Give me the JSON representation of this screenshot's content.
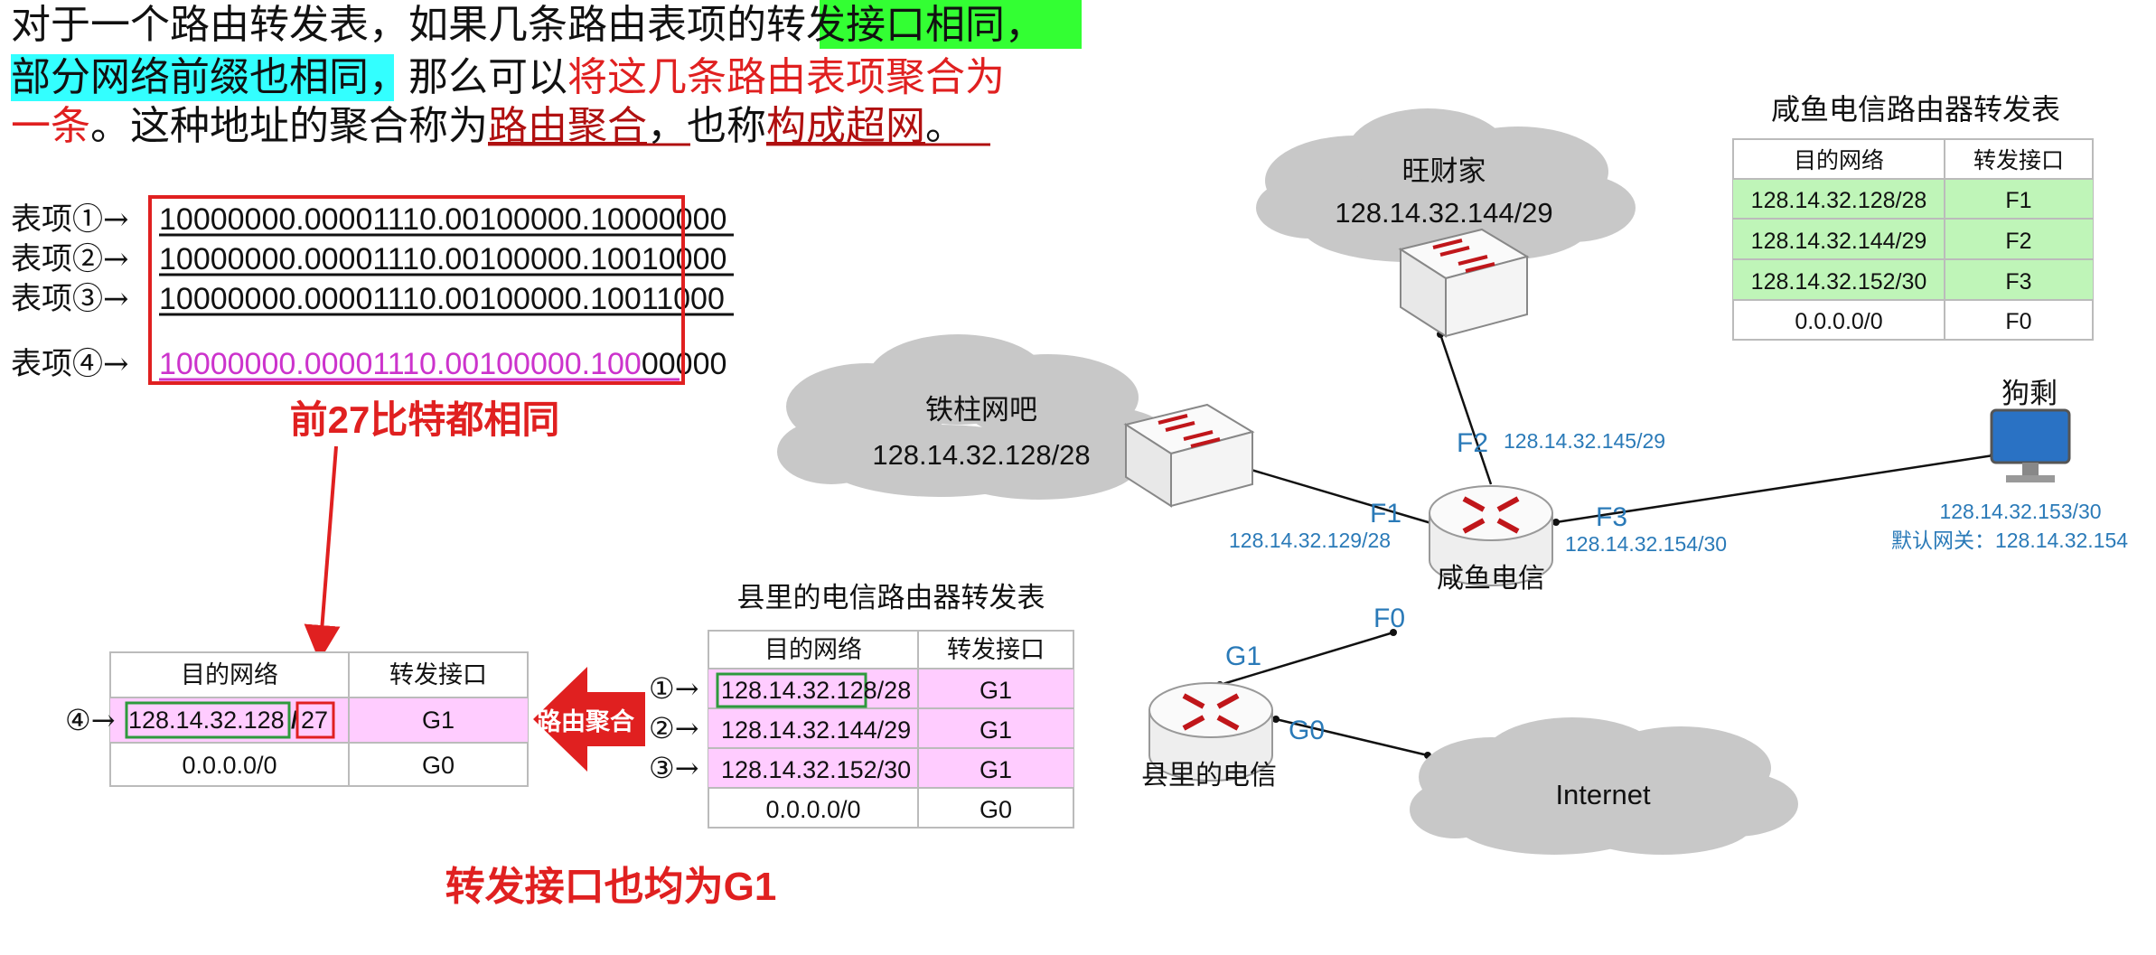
{
  "intro": {
    "line1": "对于一个路由转发表，如果几条路由表项的",
    "hl_green": "转发接口相同",
    "comma1": "，",
    "hl_cyan": "部分网络前缀也相同",
    "mid": "，那么可以",
    "red1": "将这几条路由表项聚合为",
    "red2": "一条",
    "line3": "。这种地址的聚合称为",
    "term1": "路由聚合",
    "line3b": "，也称",
    "term2": "构成超网",
    "period": "。"
  },
  "binary_entries": [
    {
      "label": "表项①",
      "arrow": "→",
      "prefix": "10000000.00001110.00100000.100",
      "rest": "00000"
    },
    {
      "label": "表项②",
      "arrow": "→",
      "prefix": "10000000.00001110.00100000.100",
      "rest": "10000"
    },
    {
      "label": "表项③",
      "arrow": "→",
      "prefix": "10000000.00001110.00100000.100",
      "rest": "11000"
    },
    {
      "label": "表项④",
      "arrow": "→",
      "prefix": "10000000.00001110.00100000.100",
      "rest": "00000"
    }
  ],
  "notes": {
    "same27": "前27比特都相同",
    "iface_g1": "转发接口也均为G1",
    "aggregate_arrow": "路由聚合"
  },
  "county_table": {
    "title": "县里的电信路由器转发表",
    "headers": [
      "目的网络",
      "转发接口"
    ],
    "rows": [
      {
        "marker": "①",
        "net": "128.14.32.128",
        "mask": "/28",
        "iface": "G1"
      },
      {
        "marker": "②",
        "net": "128.14.32.144/29",
        "mask": "",
        "iface": "G1"
      },
      {
        "marker": "③",
        "net": "128.14.32.152/30",
        "mask": "",
        "iface": "G1"
      },
      {
        "marker": "",
        "net": "0.0.0.0/0",
        "mask": "",
        "iface": "G0"
      }
    ]
  },
  "aggregated_table": {
    "headers": [
      "目的网络",
      "转发接口"
    ],
    "rows": [
      {
        "marker": "④",
        "net": "128.14.32.128",
        "slash": "/",
        "mask": "27",
        "iface": "G1"
      },
      {
        "marker": "",
        "net": "0.0.0.0/0",
        "slash": "",
        "mask": "",
        "iface": "G0"
      }
    ]
  },
  "xianyu_table": {
    "title": "咸鱼电信路由器转发表",
    "headers": [
      "目的网络",
      "转发接口"
    ],
    "rows": [
      {
        "net": "128.14.32.128/28",
        "iface": "F1"
      },
      {
        "net": "128.14.32.144/29",
        "iface": "F2"
      },
      {
        "net": "128.14.32.152/30",
        "iface": "F3"
      },
      {
        "net": "0.0.0.0/0",
        "iface": "F0"
      }
    ]
  },
  "network": {
    "cloud_wangcai": {
      "name": "旺财家",
      "net": "128.14.32.144/29"
    },
    "cloud_tiezhu": {
      "name": "铁柱网吧",
      "net": "128.14.32.128/28"
    },
    "cloud_internet": {
      "name": "Internet"
    },
    "router_xianyu": "咸鱼电信",
    "router_county": "县里的电信",
    "host": {
      "name": "狗剩",
      "ip": "128.14.32.153/30",
      "gateway": "默认网关：128.14.32.154"
    },
    "ports": {
      "F1": "F1",
      "F1_ip": "128.14.32.129/28",
      "F2": "F2",
      "F2_ip": "128.14.32.145/29",
      "F3": "F3",
      "F3_ip": "128.14.32.154/30",
      "F0": "F0",
      "G1": "G1",
      "G0": "G0"
    }
  },
  "colors": {
    "green_hl": "#33ff33",
    "cyan_hl": "#33ffff",
    "red": "#e02020",
    "term": "#b01010",
    "magenta": "#cc33cc",
    "pink": "#ffccff",
    "light_green": "#bff5b8",
    "blue": "#2a7ab8"
  }
}
